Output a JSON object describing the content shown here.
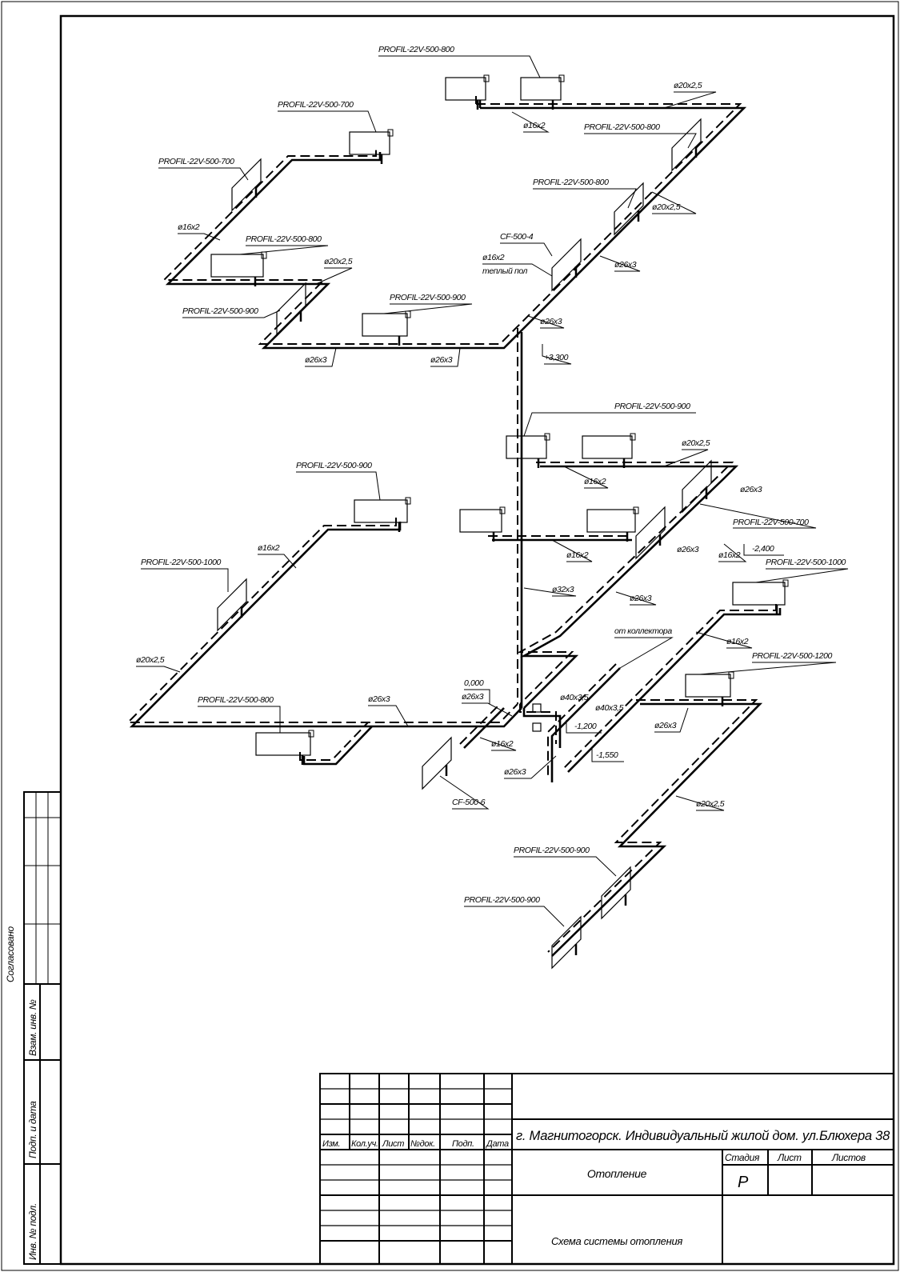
{
  "radiators": [
    "PROFIL-22V-500-800",
    "PROFIL-22V-500-700",
    "PROFIL-22V-500-700",
    "PROFIL-22V-500-800",
    "PROFIL-22V-500-800",
    "PROFIL-22V-500-800",
    "CF-500-4",
    "PROFIL-22V-500-900",
    "PROFIL-22V-500-900",
    "PROFIL-22V-500-900",
    "PROFIL-22V-500-900",
    "PROFIL-22V-500-700",
    "PROFIL-22V-500-1000",
    "PROFIL-22V-500-1000",
    "PROFIL-22V-500-1200",
    "PROFIL-22V-500-800",
    "CF-500-6",
    "PROFIL-22V-500-900",
    "PROFIL-22V-500-900"
  ],
  "pipes": [
    "ø20x2,5",
    "ø16x2",
    "ø20x2,5",
    "ø16x2",
    "ø20x2,5",
    "ø16x2",
    "ø26x3",
    "ø26x3",
    "ø26x3",
    "ø26x3",
    "ø20x2,5",
    "ø16x2",
    "ø26x3",
    "ø16x2",
    "ø16x2",
    "ø26x3",
    "ø16x2",
    "ø32x3",
    "ø26x3",
    "ø20x2,5",
    "ø16x2",
    "ø26x3",
    "ø26x3",
    "ø40x3,5",
    "ø40x3,5",
    "ø26x3",
    "ø16x2",
    "ø26x3",
    "ø20x2,5"
  ],
  "notes": {
    "warm_floor": "теплый пол",
    "from_collector": "от коллектора"
  },
  "levels": [
    "+3,300",
    "-2,400",
    "0,000",
    "-1,200",
    "-1,550"
  ],
  "side_stamp": {
    "agreed": "Согласовано",
    "inv_replace": "Взам. инв. №",
    "sign_date": "Подп. и дата",
    "inv_orig": "Инв. № подл."
  },
  "title_block": {
    "headers": [
      "Изм.",
      "Кол.уч.",
      "Лист",
      "№док.",
      "Подп.",
      "Дата"
    ],
    "project": "г. Магнитогорск. Индивидуальный жилой дом. ул.Блюхера 38",
    "section": "Отопление",
    "drawing": "Схема системы отопления",
    "stage_label": "Стадия",
    "sheet_label": "Лист",
    "sheets_label": "Листов",
    "stage": "Р"
  }
}
